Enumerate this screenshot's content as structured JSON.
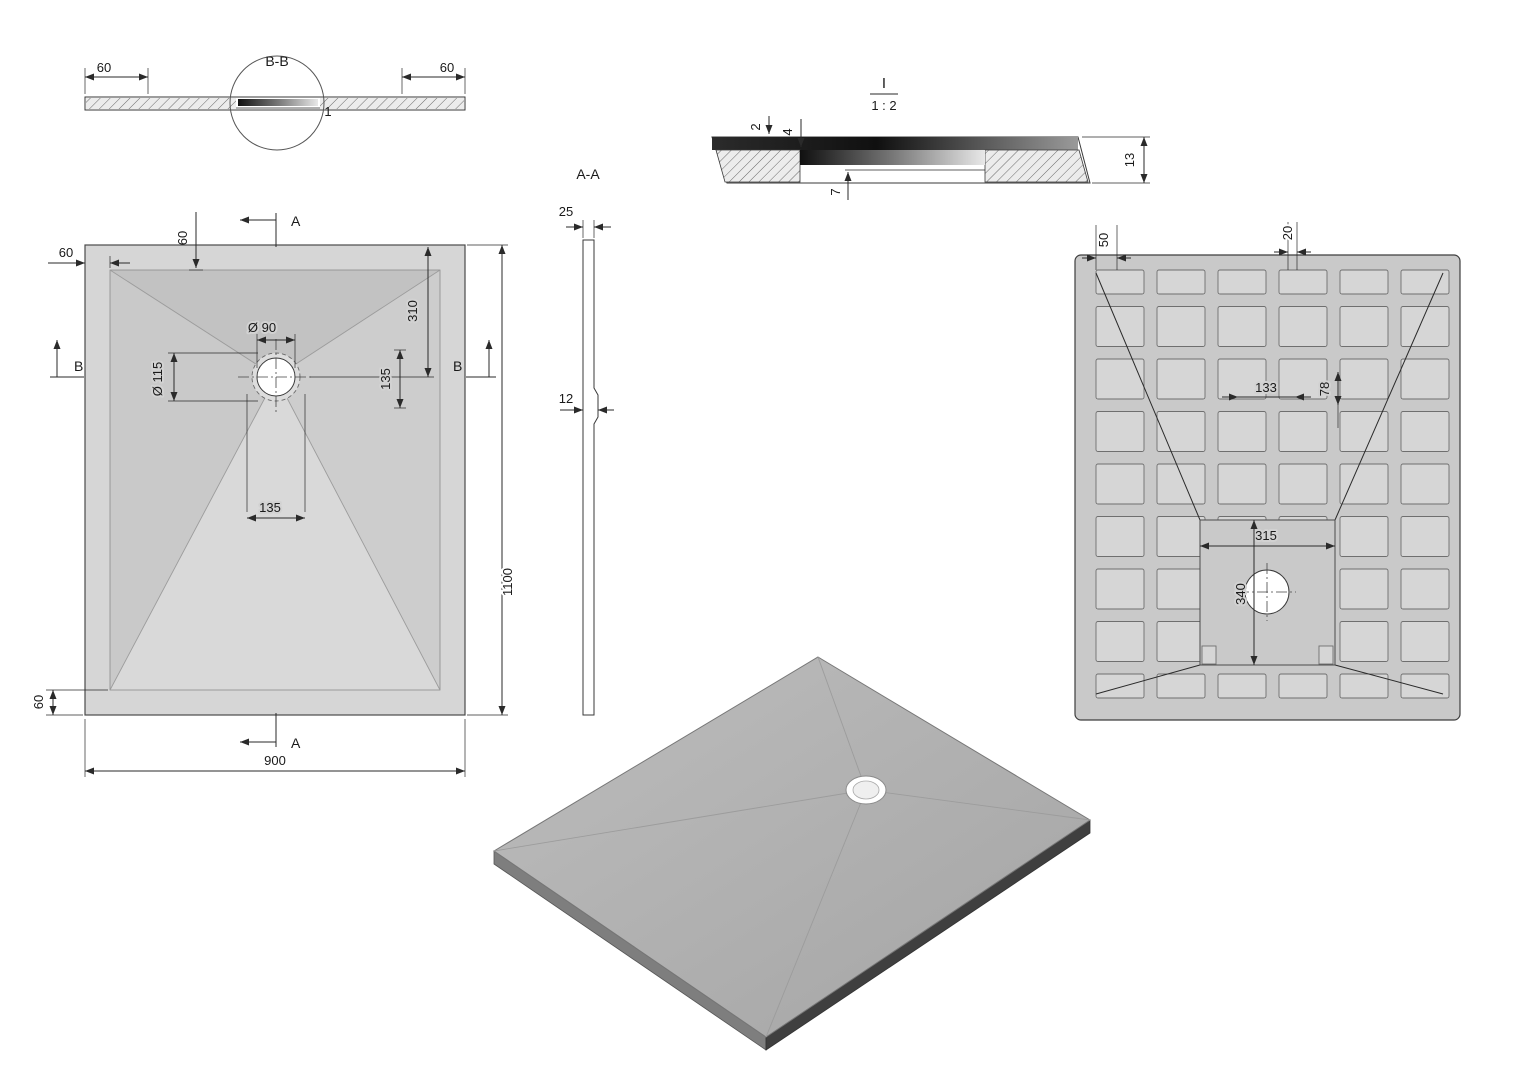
{
  "colors": {
    "body_fill": "#d2d2d2",
    "ink": "#2a2a2a"
  },
  "section_bb": {
    "label": "B-B",
    "dim_left": "60",
    "dim_right": "60",
    "detail_mark": "1"
  },
  "detail_i": {
    "label": "I",
    "scale": "1 : 2",
    "dim_lip": "2",
    "dim_step": "4",
    "dim_depth": "7",
    "dim_edge": "13"
  },
  "plan": {
    "dim_side_offset": "60",
    "dim_top_offset": "60",
    "dim_drain_inner": "Ø 90",
    "dim_drain_outer": "Ø 115",
    "dim_drain_from_top": "310",
    "dim_drain_v": "135",
    "dim_drain_h": "135",
    "dim_bottom_offset": "60",
    "dim_width": "900",
    "dim_length": "1100",
    "cut_a": "A",
    "cut_b": "B"
  },
  "side_aa": {
    "label": "A-A",
    "dim_edge": "25",
    "dim_center": "12"
  },
  "bottom_view": {
    "dim_rib_col": "50",
    "dim_slot": "20",
    "dim_rib_w": "133",
    "dim_rib_h": "78",
    "dim_center_w": "315",
    "dim_center_h": "340"
  }
}
